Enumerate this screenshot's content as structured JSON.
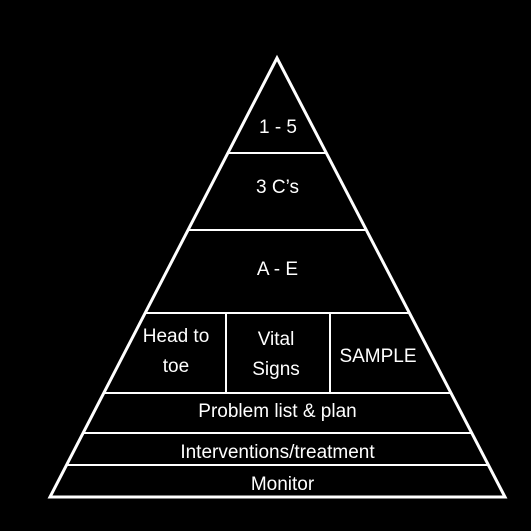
{
  "pyramid": {
    "tiers": [
      {
        "label": "1 - 5"
      },
      {
        "label": "3 C’s"
      },
      {
        "label": "A - E"
      },
      {
        "cells": [
          {
            "label": "Head to toe"
          },
          {
            "label": "Vital Signs"
          },
          {
            "label": "SAMPLE"
          }
        ]
      },
      {
        "label": "Problem list & plan"
      },
      {
        "label": "Interventions/treatment"
      },
      {
        "label": "Monitor"
      }
    ],
    "colors": {
      "background": "#000000",
      "line": "#ffffff",
      "text": "#ffffff"
    }
  }
}
